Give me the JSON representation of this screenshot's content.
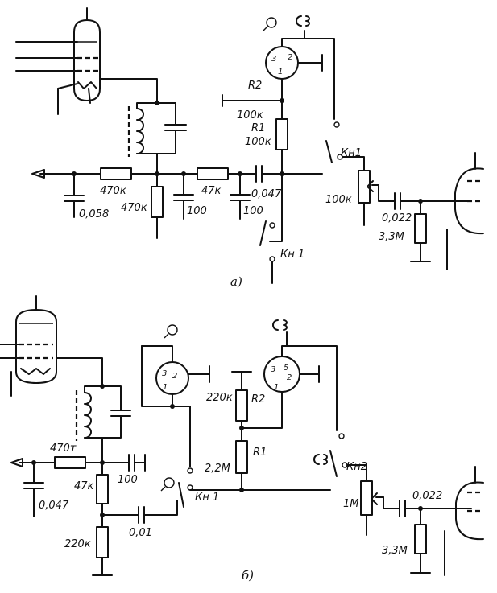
{
  "diagram_a": {
    "caption": "а)",
    "r_470k_series": "470к",
    "r_470k_shunt": "470к",
    "c_0058": "0,058",
    "c_100_a1": "100",
    "r_47k": "47к",
    "c_0047": "0,047",
    "c_100_a2": "100",
    "r2": "R2",
    "r2_val": "100к",
    "r1": "R1",
    "r1_val": "100к",
    "switch_top": "Кн1",
    "switch_bottom": "Кн 1",
    "pot_val": "100к",
    "c_0022": "0,022",
    "r_33m": "3,3М",
    "pin_labels": [
      "3",
      "2",
      "1"
    ]
  },
  "diagram_b": {
    "caption": "б)",
    "r_470t": "470т",
    "c_0047": "0,047",
    "r_47k": "47к",
    "c_100": "100",
    "r_220k_bottom": "220к",
    "c_001": "0,01",
    "r2": "R2",
    "r2_val": "220к",
    "r1": "R1",
    "r1_val": "2,2М",
    "switch_1": "Кн 1",
    "switch_2": "Кн2",
    "pot_val": "1М",
    "c_0022": "0,022",
    "r_33m": "3,3М",
    "pin_labels_left": [
      "3",
      "2",
      "1"
    ],
    "pin_labels_right": [
      "3",
      "5",
      "2",
      "1"
    ]
  }
}
